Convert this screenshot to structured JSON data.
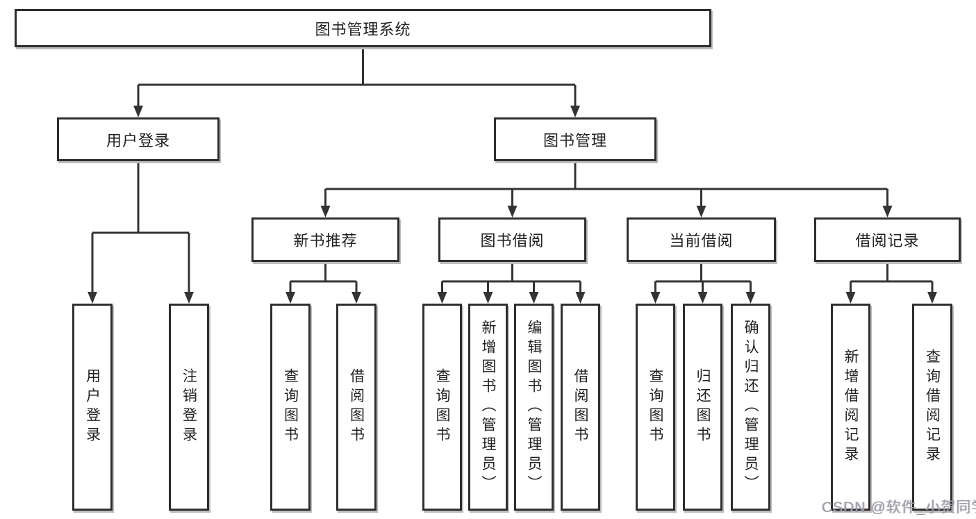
{
  "tree": {
    "root": {
      "label": "图书管理系统",
      "children": [
        {
          "label": "用户登录",
          "children": [
            {
              "label": "用户登录"
            },
            {
              "label": "注销登录"
            }
          ]
        },
        {
          "label": "图书管理",
          "children": [
            {
              "label": "新书推荐",
              "children": [
                {
                  "label": "查询图书"
                },
                {
                  "label": "借阅图书"
                }
              ]
            },
            {
              "label": "图书借阅",
              "children": [
                {
                  "label": "查询图书"
                },
                {
                  "label": "新增图书（管理员）"
                },
                {
                  "label": "编辑图书（管理员）"
                },
                {
                  "label": "借阅图书"
                }
              ]
            },
            {
              "label": "当前借阅",
              "children": [
                {
                  "label": "查询图书"
                },
                {
                  "label": "归还图书"
                },
                {
                  "label": "确认归还（管理员）"
                }
              ]
            },
            {
              "label": "借阅记录",
              "children": [
                {
                  "label": "新增借阅记录"
                },
                {
                  "label": "查询借阅记录"
                }
              ]
            }
          ]
        }
      ]
    }
  },
  "watermark": "CSDN @软件_小贺同学",
  "colors": {
    "line": "#333333",
    "box_border": "#2e2e2e",
    "box_fill": "#ffffff",
    "text": "#222222",
    "shadow": "#bdbdbd",
    "watermark": "#9aa0a6",
    "background": "#ffffff"
  }
}
